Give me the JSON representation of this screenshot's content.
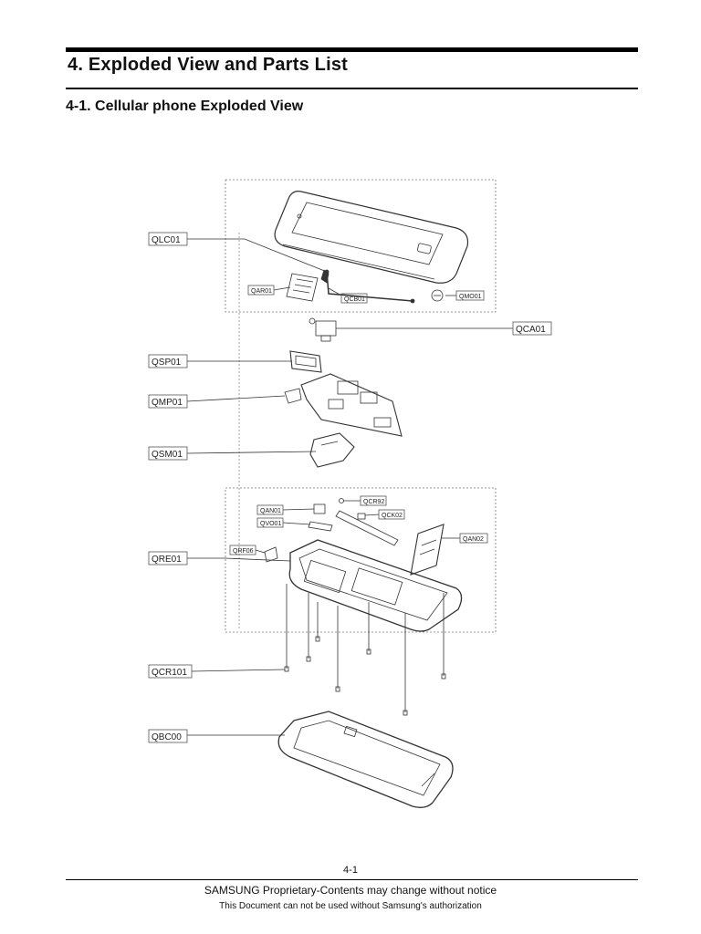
{
  "header": {
    "title": "4. Exploded View and Parts List",
    "subtitle": "4-1. Cellular phone Exploded View"
  },
  "labels": {
    "QLC01": "QLC01",
    "QAR01": "QAR01",
    "QCB01": "QCB01",
    "QMO01": "QMO01",
    "QCA01": "QCA01",
    "QSP01": "QSP01",
    "QMP01": "QMP01",
    "QSM01": "QSM01",
    "QAN01": "QAN01",
    "QCR92": "QCR92",
    "QVO01": "QVO01",
    "QCK02": "QCK02",
    "QAN02": "QAN02",
    "QRF06": "QRF06",
    "QRE01": "QRE01",
    "QCR101": "QCR101",
    "QBC00": "QBC00"
  },
  "footer": {
    "page_number": "4-1",
    "notice": "SAMSUNG Proprietary-Contents may change without notice",
    "authorization": "This Document can not be used without Samsung's authorization"
  }
}
